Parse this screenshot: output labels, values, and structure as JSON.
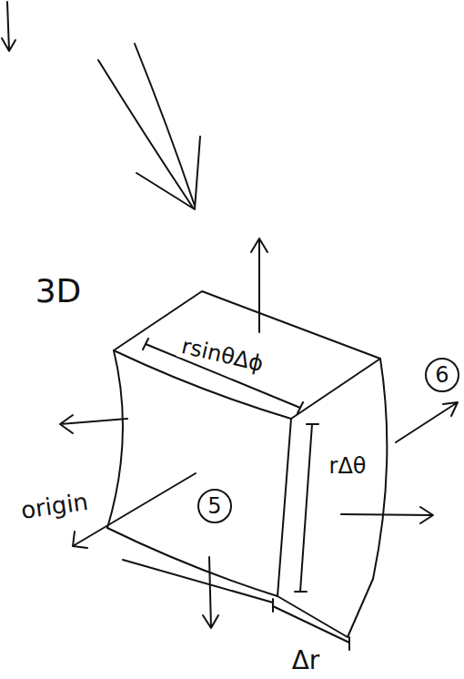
{
  "diagram": {
    "nodes": [
      {
        "text": [
          "5"
        ]
      },
      {
        "text": [
          "6"
        ]
      }
    ],
    "labels": [
      "3D",
      "rsinθΔϕ",
      "rΔθ",
      "origin",
      "Δr"
    ]
  }
}
